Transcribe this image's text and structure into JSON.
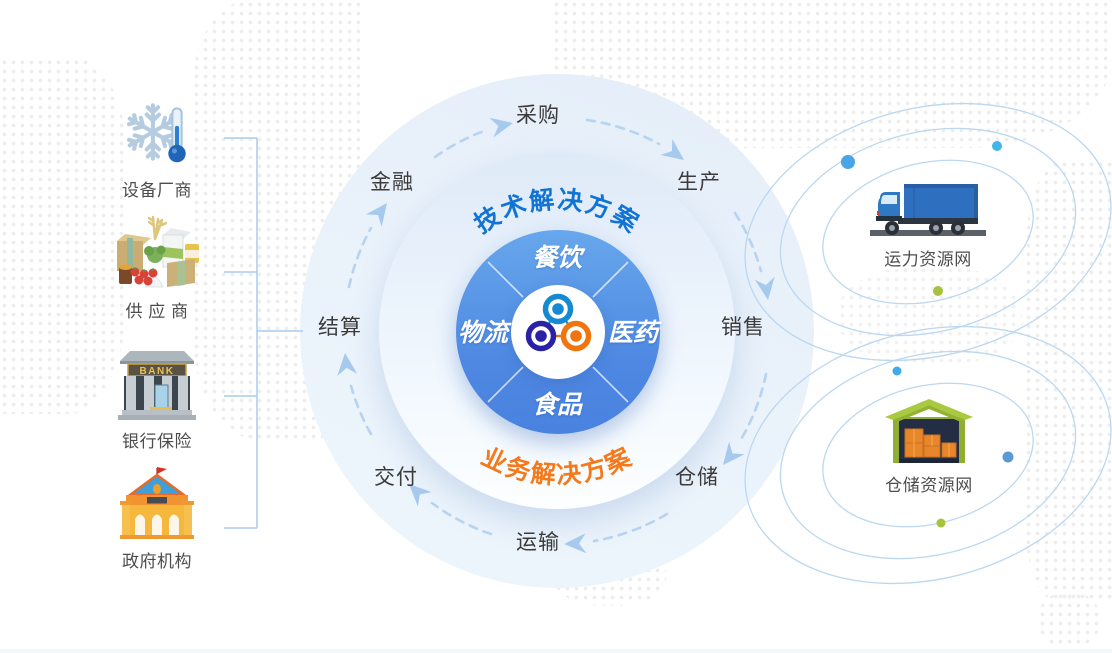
{
  "diagram": {
    "core": {
      "top_banner": "技术解决方案",
      "bottom_banner": "业务解决方案",
      "sectors": {
        "top": "餐饮",
        "left": "物流",
        "right": "医药",
        "bottom": "食品"
      }
    },
    "cycle_steps": [
      "采购",
      "生产",
      "销售",
      "仓储",
      "运输",
      "交付",
      "结算",
      "金融"
    ],
    "left_partners": [
      {
        "icon": "cold-chain-equipment-icon",
        "label": "设备厂商"
      },
      {
        "icon": "food-supplies-icon",
        "label": "供 应 商"
      },
      {
        "icon": "bank-building-icon",
        "label": "银行保险",
        "sign_text": "BANK"
      },
      {
        "icon": "government-building-icon",
        "label": "政府机构"
      }
    ],
    "right_networks": [
      {
        "icon": "truck-icon",
        "label": "运力资源网"
      },
      {
        "icon": "warehouse-icon",
        "label": "仓储资源网"
      }
    ],
    "colors": {
      "tech_banner_blue": "#1173d4",
      "biz_banner_orange": "#f5791a",
      "industry_circle_blue_top": "#67a7ec",
      "industry_circle_blue_bottom": "#4a82df",
      "dash_blue": "#b7d3ef",
      "arrow_blue": "#a6c9ee",
      "connector_blue": "#a9ccee",
      "orbit_blue": "#bcd7f0",
      "label_dark": "#3b3b3b",
      "logo_blue": "#1589d1",
      "logo_navy": "#2b21a6",
      "logo_orange": "#f0750f"
    }
  }
}
